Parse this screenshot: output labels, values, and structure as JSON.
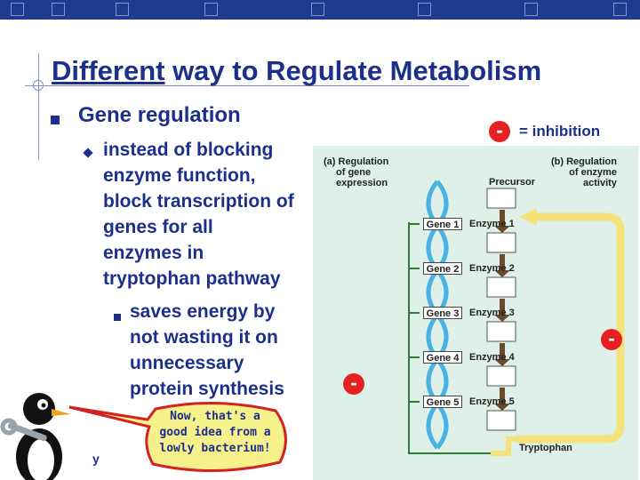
{
  "slide": {
    "title_word1": "Different",
    "title_rest": " way to Regulate Metabolism",
    "bullet1": "Gene regulation",
    "bullet2_lines": [
      "instead of blocking",
      "enzyme function,",
      "block transcription of",
      "genes for all",
      "enzymes in",
      "tryptophan pathway"
    ],
    "bullet3_lines": [
      "saves energy by",
      "not wasting it on",
      "unnecessary",
      "protein synthesis"
    ],
    "footer_fragment": "y"
  },
  "legend": {
    "symbol": "-",
    "text": "= inhibition"
  },
  "figure": {
    "label_a": [
      "(a) Regulation",
      "of gene",
      "expression"
    ],
    "label_b": [
      "(b) Regulation",
      "of enzyme",
      "activity"
    ],
    "precursor": "Precursor",
    "product": "Tryptophan",
    "genes": [
      "Gene 1",
      "Gene 2",
      "Gene 3",
      "Gene 4",
      "Gene 5"
    ],
    "enzymes": [
      "Enzyme 1",
      "Enzyme 2",
      "Enzyme 3",
      "Enzyme 4",
      "Enzyme 5"
    ],
    "minus_symbol": "-"
  },
  "speech_bubble": {
    "lines": [
      "Now, that's a",
      "good idea from a",
      "lowly bacterium!"
    ]
  },
  "colors": {
    "title": "#1c2f8a",
    "inhibition": "#e52222",
    "figure_bg": "#dff0e8",
    "feedback_arrow": "#f6e27a",
    "topbar": "#1f3a8f"
  }
}
